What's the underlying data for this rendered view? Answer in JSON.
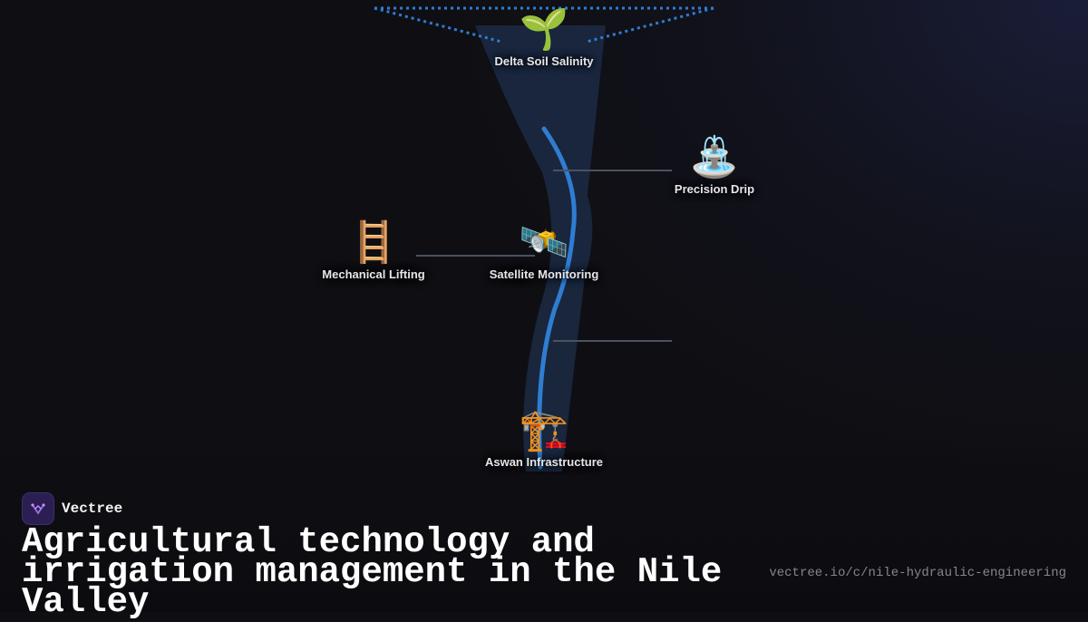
{
  "brand": {
    "name": "Vectree",
    "logo_icon": "vectree-logo-icon"
  },
  "title": "Agricultural technology and irrigation management in the Nile Valley",
  "url": "vectree.io/c/nile-hydraulic-engineering",
  "colors": {
    "background": "#0f0f13",
    "river_core": "#2f7dd1",
    "river_band": "#1b2a44",
    "connector": "#4a5262",
    "dotted_edge": "#2f7dd1",
    "label_text": "#e6e6ea"
  },
  "nodes": [
    {
      "id": "delta",
      "label": "Delta Soil Salinity",
      "icon": "seedling-icon",
      "glyph": "🌱"
    },
    {
      "id": "drip",
      "label": "Precision Drip",
      "icon": "fountain-icon",
      "glyph": "⛲"
    },
    {
      "id": "lifting",
      "label": "Mechanical Lifting",
      "icon": "ladder-icon",
      "glyph": "🪜"
    },
    {
      "id": "satellite",
      "label": "Satellite Monitoring",
      "icon": "satellite-icon",
      "glyph": "🛰️"
    },
    {
      "id": "aswan",
      "label": "Aswan Infrastructure",
      "icon": "construction-crane-icon",
      "glyph": "🏗️"
    }
  ]
}
